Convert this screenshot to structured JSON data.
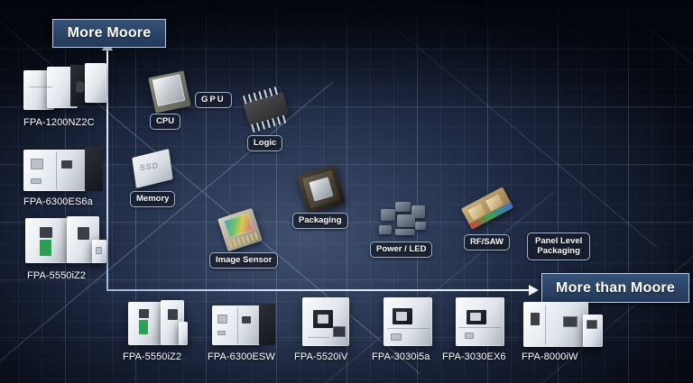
{
  "axes": {
    "vertical_label": "More Moore",
    "horizontal_label": "More than Moore",
    "vertical_arrow_icon": "arrow-up-icon",
    "horizontal_arrow_icon": "arrow-right-icon"
  },
  "vertical_equipment": [
    {
      "label": "FPA-1200NZ2C"
    },
    {
      "label": "FPA-6300ES6a"
    },
    {
      "label": "FPA-5550iZ2"
    }
  ],
  "horizontal_equipment": [
    {
      "label": "FPA-5550iZ2"
    },
    {
      "label": "FPA-6300ESW"
    },
    {
      "label": "FPA-5520iV"
    },
    {
      "label": "FPA-3030i5a"
    },
    {
      "label": "FPA-3030EX6"
    },
    {
      "label": "FPA-8000iW"
    }
  ],
  "components": [
    {
      "label": "CPU",
      "icon": "cpu-chip-icon"
    },
    {
      "label": "GPU",
      "icon": "gpu-chip-icon"
    },
    {
      "label": "Logic",
      "icon": "dip-ic-icon"
    },
    {
      "label": "Memory",
      "icon": "ssd-memory-icon"
    },
    {
      "label": "Image Sensor",
      "icon": "image-sensor-icon"
    },
    {
      "label": "Packaging",
      "icon": "packaged-die-icon"
    },
    {
      "label": "Power / LED",
      "icon": "power-led-components-icon"
    },
    {
      "label": "RF/SAW",
      "icon": "rf-saw-filter-icon"
    },
    {
      "label": "Panel Level\nPackaging",
      "icon": "panel-level-packaging-icon",
      "line1": "Panel Level",
      "line2": "Packaging"
    }
  ],
  "colors": {
    "banner_fill": "#2c4568",
    "banner_border": "#b9cde8",
    "axis": "#eef4ff",
    "chip_label_bg": "#161c2a",
    "chip_label_border": "#9fb2cc",
    "background_deep": "#080b14",
    "background_center": "#40506e"
  }
}
